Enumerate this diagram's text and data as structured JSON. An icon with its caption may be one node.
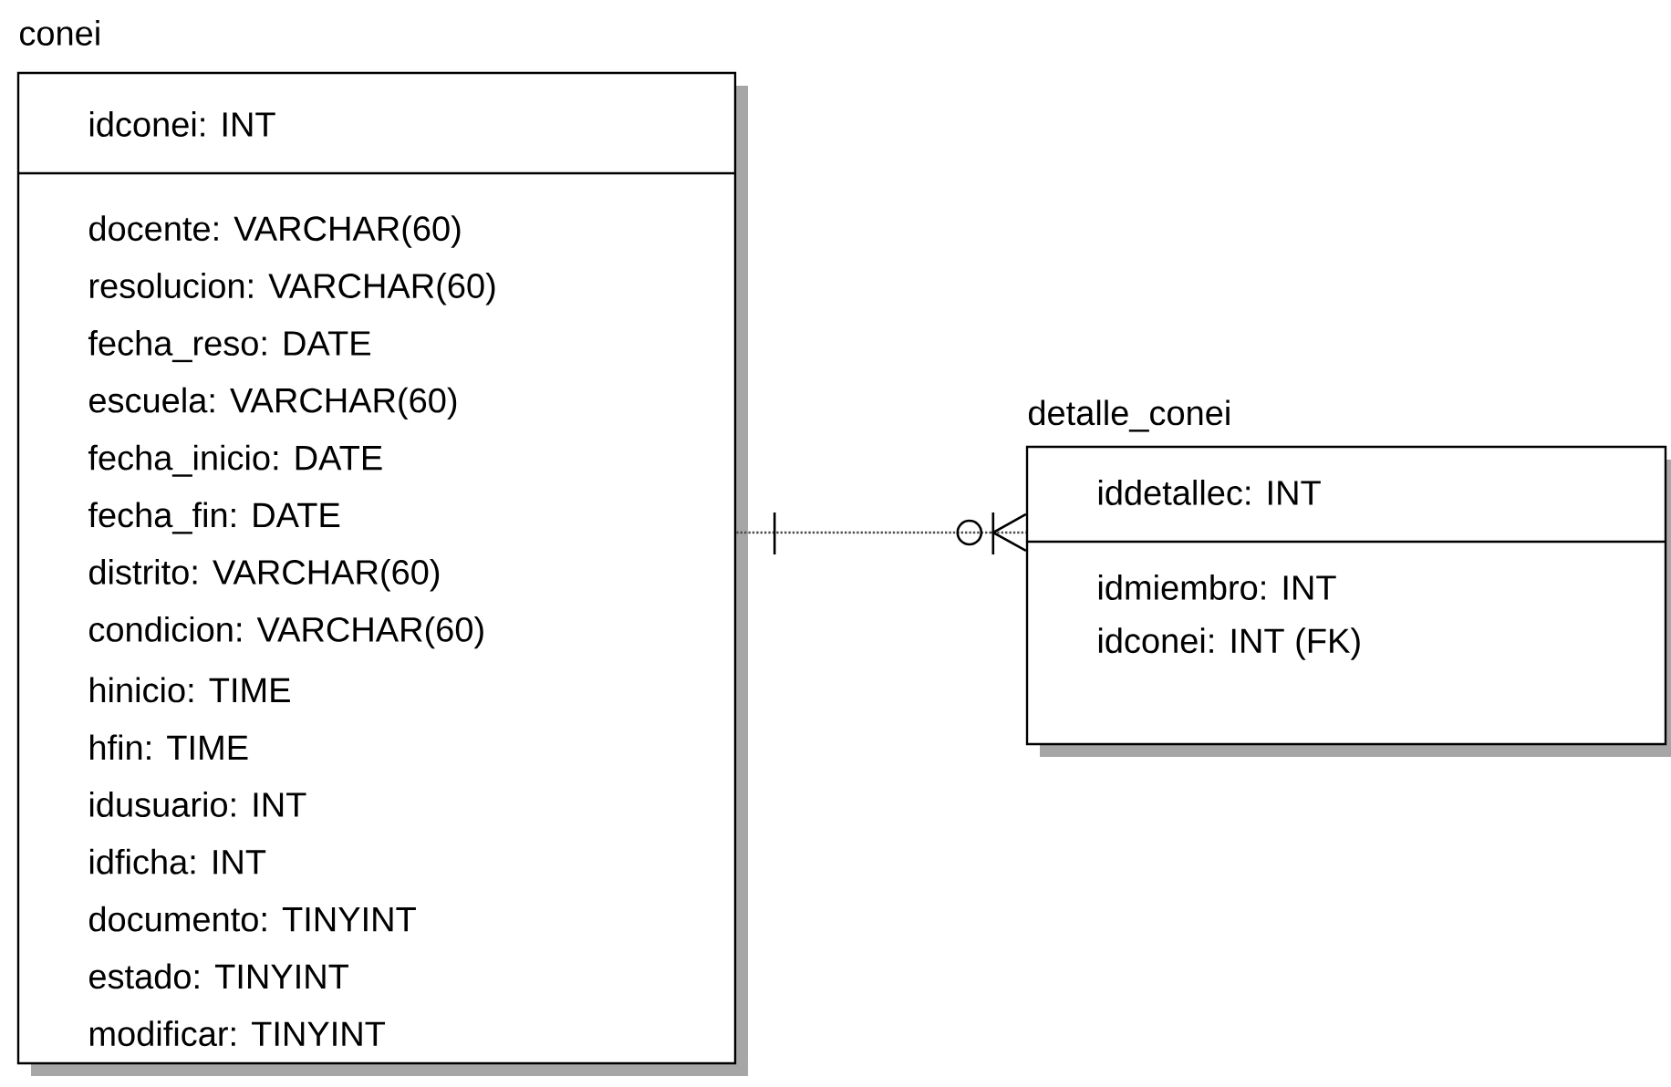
{
  "diagram": {
    "nodes": [
      {
        "text": [
          "conei",
          "idconei: INT",
          "docente: VARCHAR(60)",
          "resolucion: VARCHAR(60)",
          "fecha_reso: DATE",
          "escuela: VARCHAR(60)",
          "fecha_inicio: DATE",
          "fecha_fin: DATE",
          "distrito: VARCHAR(60)",
          "condicion: VARCHAR(60)",
          "hinicio: TIME",
          "hfin: TIME",
          "idusuario: INT",
          "idficha: INT",
          "documento: TINYINT",
          "estado: TINYINT",
          "modificar: TINYINT"
        ]
      },
      {
        "text": [
          "detalle_conei",
          "iddetallec: INT",
          "idmiembro: INT",
          "idconei: INT (FK)"
        ]
      }
    ],
    "edges": [
      {
        "from": 0,
        "to": 1,
        "arrow": "other",
        "style": "dashed"
      }
    ]
  }
}
